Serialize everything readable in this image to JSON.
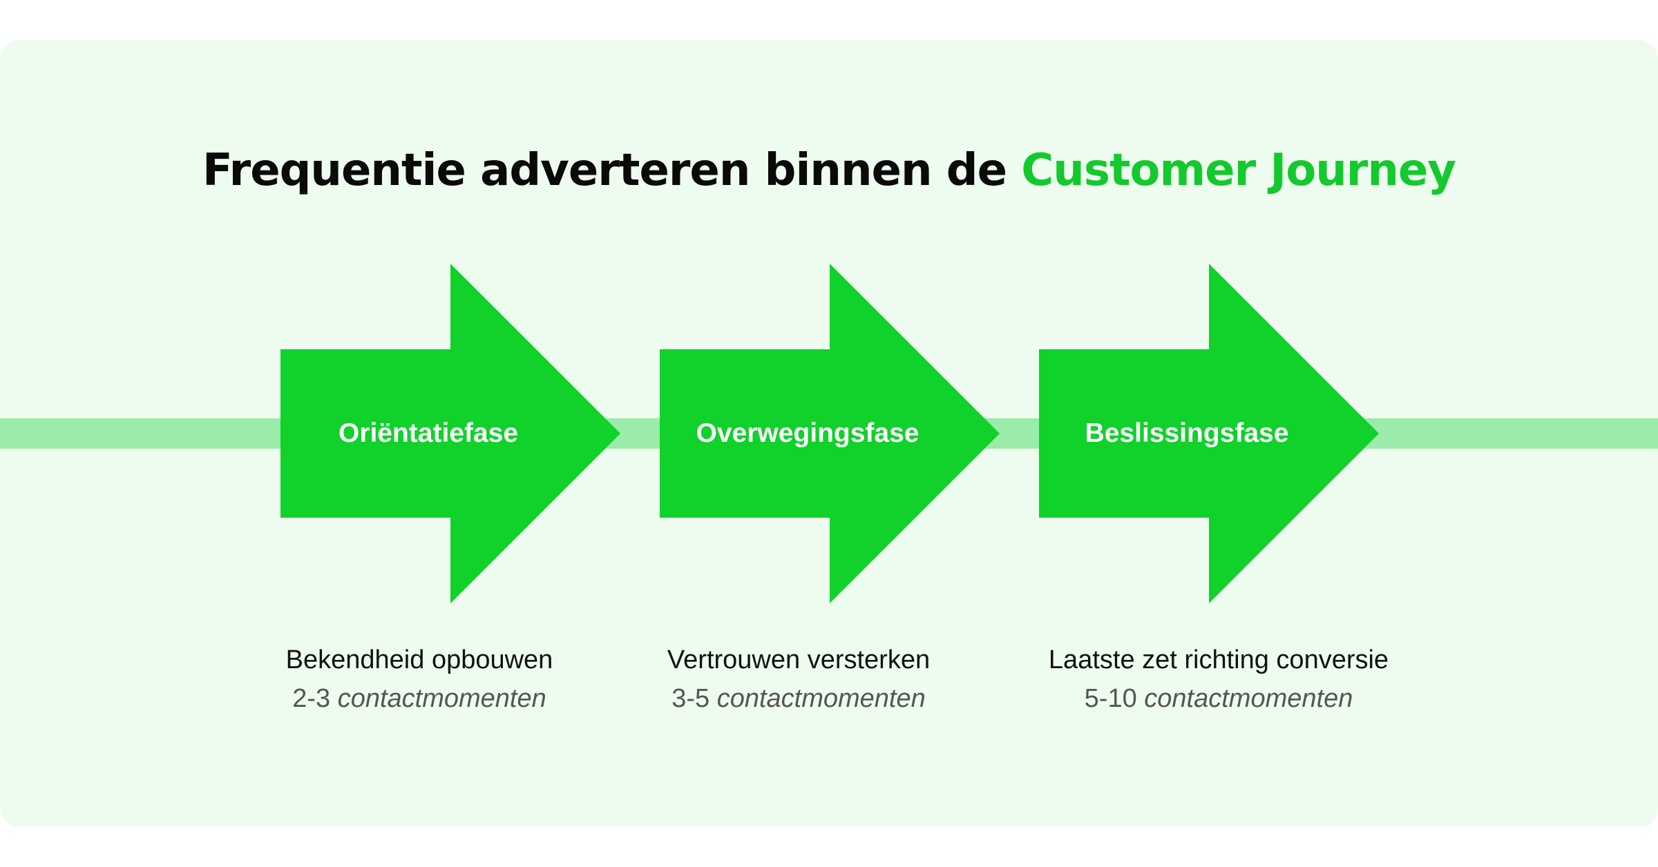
{
  "title": {
    "main": "Frequentie adverteren binnen de ",
    "accent": "Customer Journey"
  },
  "colors": {
    "accent": "#14c92e",
    "arrow": "#11d12b",
    "line": "#9bebaa",
    "background": "#eefbef"
  },
  "phases": [
    {
      "label": "Oriëntatiefase",
      "description": "Bekendheid opbouwen",
      "range": "2-3",
      "unit": "contactmomenten"
    },
    {
      "label": "Overwegingsfase",
      "description": "Vertrouwen versterken",
      "range": "3-5",
      "unit": "contactmomenten"
    },
    {
      "label": "Beslissingsfase",
      "description": "Laatste zet richting conversie",
      "range": "5-10",
      "unit": "contactmomenten"
    }
  ]
}
